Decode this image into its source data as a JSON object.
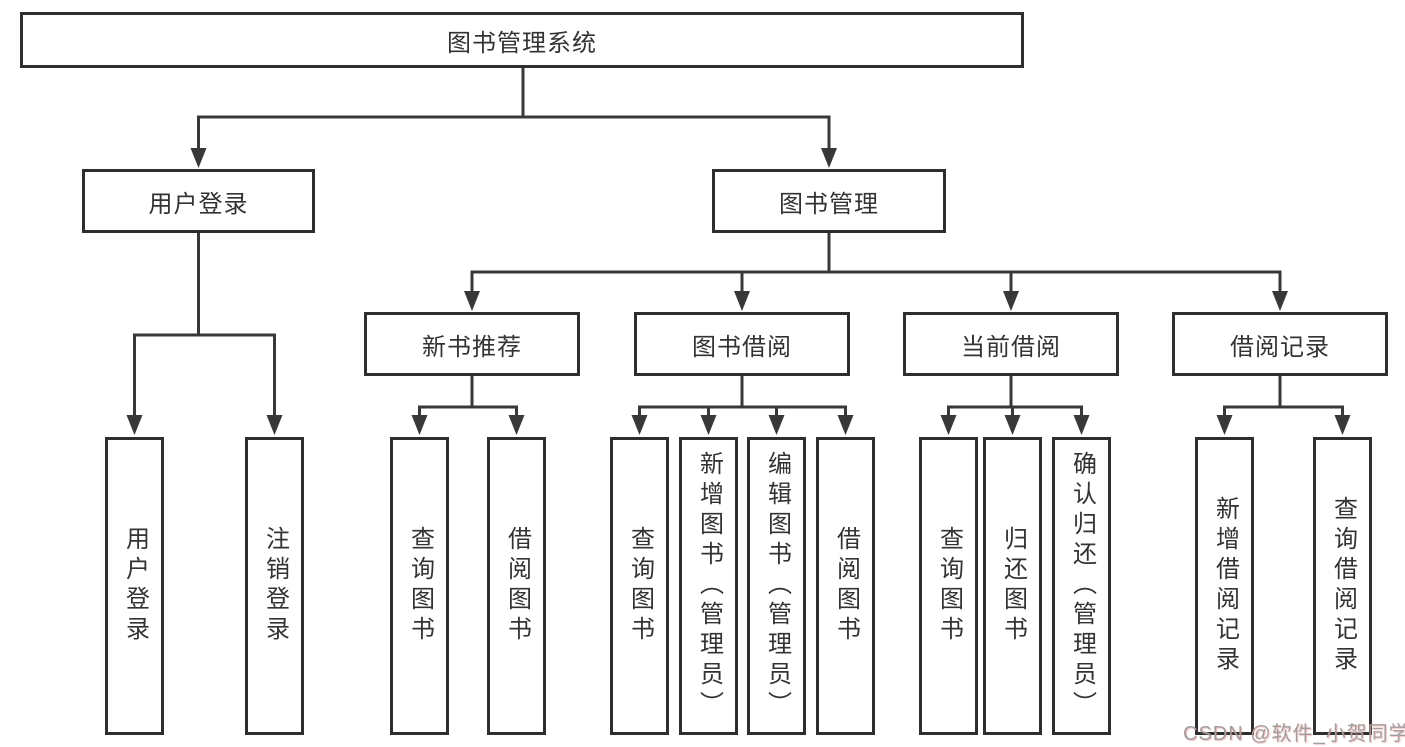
{
  "diagram": {
    "root": {
      "label": "图书管理系统",
      "children": [
        {
          "label": "用户登录",
          "children": [
            {
              "label": "用户登录"
            },
            {
              "label": "注销登录"
            }
          ]
        },
        {
          "label": "图书管理",
          "children": [
            {
              "label": "新书推荐",
              "children": [
                {
                  "label": "查询图书"
                },
                {
                  "label": "借阅图书"
                }
              ]
            },
            {
              "label": "图书借阅",
              "children": [
                {
                  "label": "查询图书"
                },
                {
                  "label": "新增图书（管理员）"
                },
                {
                  "label": "编辑图书（管理员）"
                },
                {
                  "label": "借阅图书"
                }
              ]
            },
            {
              "label": "当前借阅",
              "children": [
                {
                  "label": "查询图书"
                },
                {
                  "label": "归还图书"
                },
                {
                  "label": "确认归还（管理员）"
                }
              ]
            },
            {
              "label": "借阅记录",
              "children": [
                {
                  "label": "新增借阅记录"
                },
                {
                  "label": "查询借阅记录"
                }
              ]
            }
          ]
        }
      ]
    }
  },
  "watermark": {
    "text": "CSDN @软件_小贺同学"
  },
  "colors": {
    "line": "#383838",
    "border": "#2e2e2e",
    "text": "#333333",
    "watermark": "#a39d9d",
    "background": "#ffffff"
  }
}
